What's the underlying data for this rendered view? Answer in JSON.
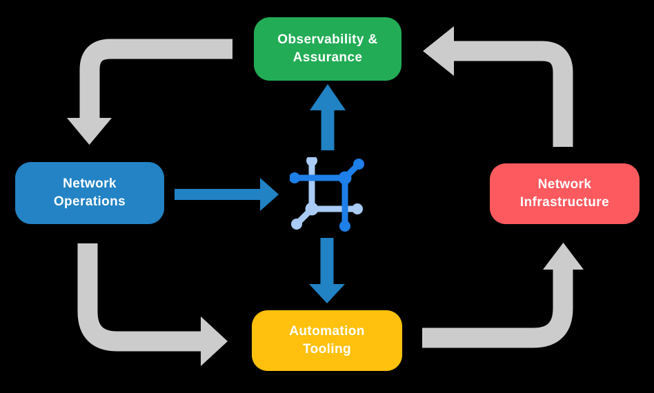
{
  "canvas": {
    "background": "#000000"
  },
  "nodes": {
    "top": {
      "label": "Observability &\nAssurance",
      "color": "#22AC56"
    },
    "left": {
      "label": "Network\nOperations",
      "color": "#2383C5"
    },
    "right": {
      "label": "Network\nInfrastructure",
      "color": "#FC5A5F"
    },
    "bottom": {
      "label": "Automation\nTooling",
      "color": "#FFC10D"
    }
  },
  "arrows": {
    "gray_color": "#CCCCCC",
    "blue_color": "#2182C4",
    "gray_cycle": [
      "Observability & Assurance to Network Operations",
      "Network Operations to Automation Tooling",
      "Automation Tooling to Network Infrastructure",
      "Network Infrastructure to Observability & Assurance"
    ],
    "blue_spokes": [
      "Network Operations to center icon",
      "center icon to Observability & Assurance",
      "center icon to Automation Tooling"
    ]
  },
  "center_icon": {
    "name": "network-fabric-icon",
    "primary_color": "#1E7FE8",
    "secondary_color": "#A9CBF4"
  }
}
